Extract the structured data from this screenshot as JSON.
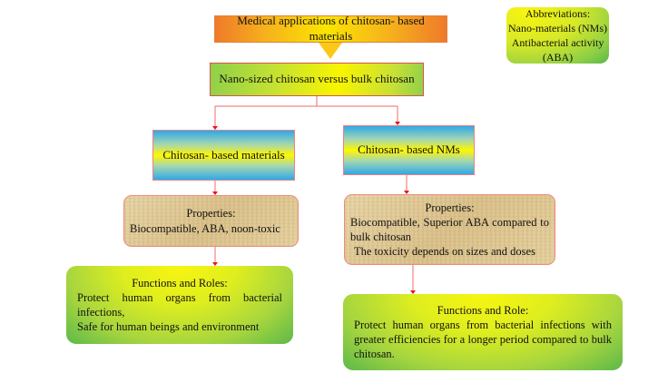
{
  "title": "Medical applications of chitosan- based materials",
  "comparison": "Nano-sized chitosan versus bulk chitosan",
  "abbreviations": {
    "heading": "Abbreviations:",
    "items": [
      "Nano-materials (NMs)",
      "Antibacterial activity (ABA)"
    ]
  },
  "branches": {
    "left": {
      "label": "Chitosan- based materials",
      "properties": {
        "heading": "Properties:",
        "lines": [
          "Biocompatible, ABA, noon-toxic"
        ]
      },
      "functions": {
        "heading": "Functions and Roles:",
        "lines": [
          "Protect human organs from bacterial infections,",
          "Safe for human beings and environment"
        ]
      }
    },
    "right": {
      "label": "Chitosan- based NMs",
      "properties": {
        "heading": "Properties:",
        "lines": [
          "Biocompatible, Superior ABA compared to bulk chitosan",
          "The toxicity depends on sizes and doses"
        ]
      },
      "functions": {
        "heading": "Functions and Role:",
        "lines": [
          "Protect human organs from bacterial infections with greater efficiencies for a longer period compared to bulk chitosan."
        ]
      }
    }
  },
  "colors": {
    "connector": "#f26b6b",
    "arrowhead": "#e8141b"
  }
}
